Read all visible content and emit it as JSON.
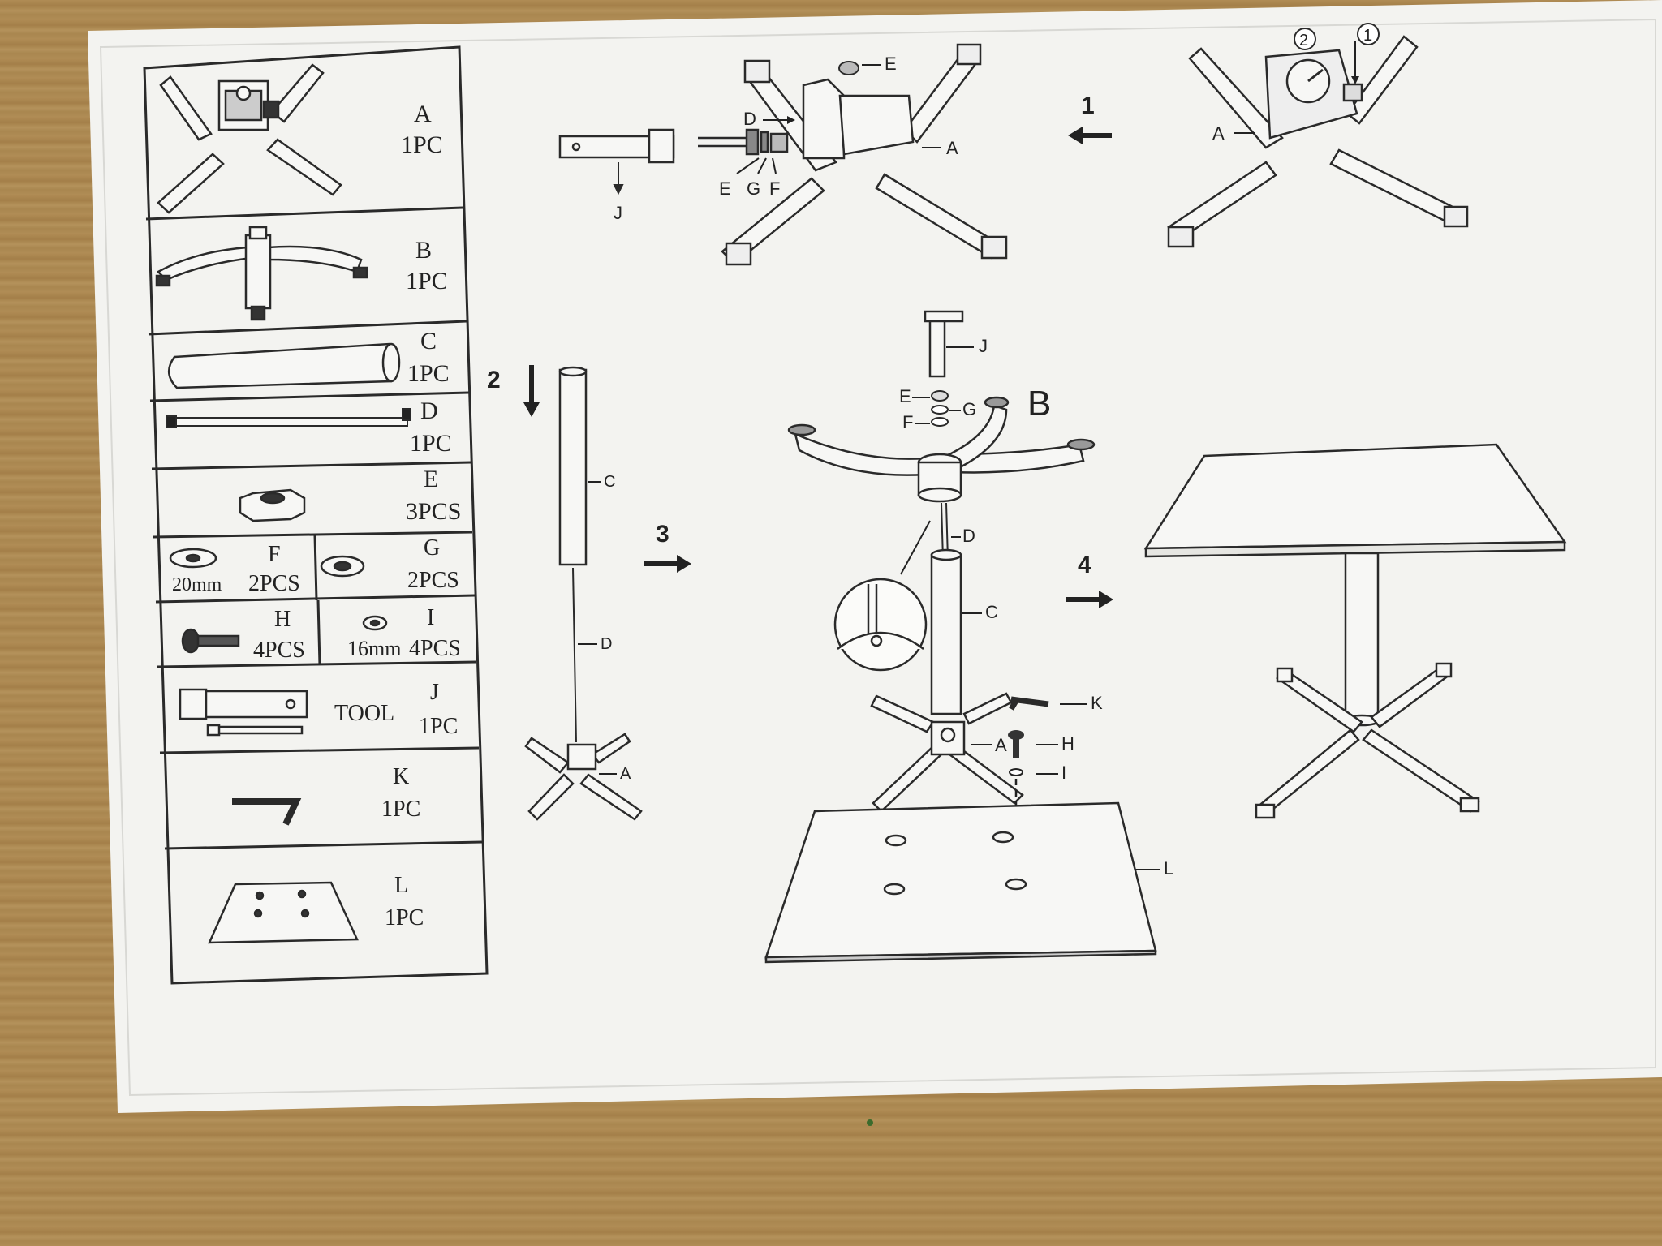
{
  "parts": [
    {
      "letter": "A",
      "qty": "1PC"
    },
    {
      "letter": "B",
      "qty": "1PC"
    },
    {
      "letter": "C",
      "qty": "1PC"
    },
    {
      "letter": "D",
      "qty": "1PC"
    },
    {
      "letter": "E",
      "qty": "3PCS"
    },
    {
      "letter": "F",
      "qty": "2PCS",
      "size": "20mm"
    },
    {
      "letter": "G",
      "qty": "2PCS"
    },
    {
      "letter": "H",
      "qty": "4PCS"
    },
    {
      "letter": "I",
      "qty": "4PCS",
      "size": "16mm"
    },
    {
      "letter": "J",
      "qty": "1PC",
      "name": "TOOL"
    },
    {
      "letter": "K",
      "qty": "1PC"
    },
    {
      "letter": "L",
      "qty": "1PC"
    }
  ],
  "steps": {
    "s1": "1",
    "s2": "2",
    "s3": "3",
    "s4": "4"
  },
  "step1_callouts": {
    "e": "E",
    "d": "D",
    "a": "A",
    "e2": "E",
    "g": "G",
    "f": "F",
    "j": "J",
    "a_right": "A",
    "n1": "1",
    "n2": "2"
  },
  "step2_callouts": {
    "c": "C",
    "d": "D",
    "a": "A"
  },
  "step3_callouts": {
    "j": "J",
    "e": "E",
    "g": "G",
    "f": "F",
    "b": "B",
    "d": "D",
    "c": "C",
    "k": "K",
    "a": "A",
    "h": "H",
    "i": "I",
    "l": "L"
  },
  "colors": {
    "paper": "#f4f4f1",
    "ink": "#2a2a2a",
    "wood": "#ad8a52"
  }
}
